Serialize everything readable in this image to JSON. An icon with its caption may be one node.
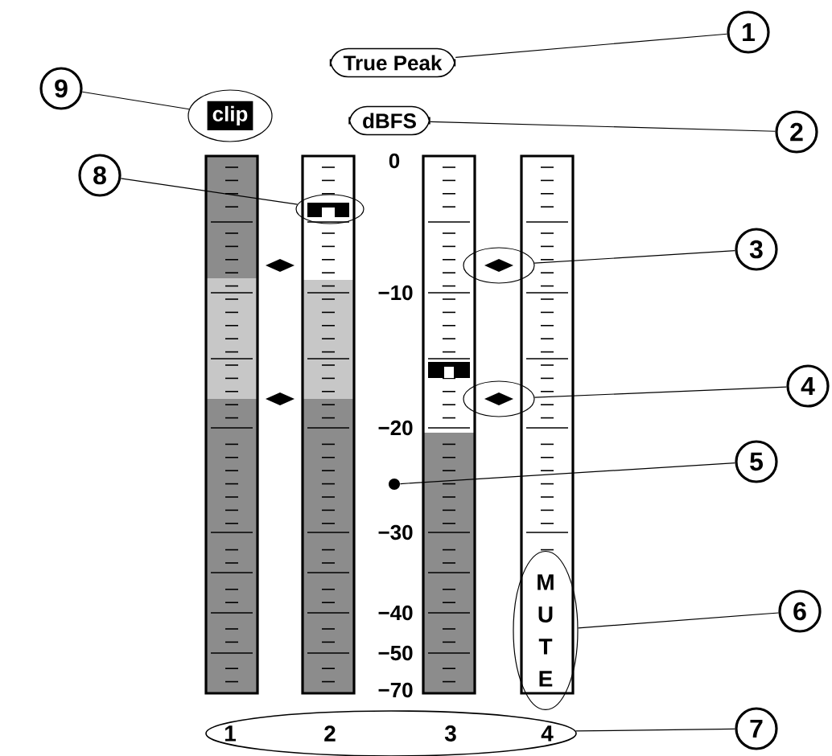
{
  "diagram": {
    "nodes": [
      {
        "text": [
          "True Peak"
        ]
      },
      {
        "text": [
          "1"
        ]
      },
      {
        "text": [
          "9"
        ]
      },
      {
        "text": [
          "clip"
        ]
      },
      {
        "text": [
          "dBFS"
        ]
      },
      {
        "text": [
          "2"
        ]
      },
      {
        "text": [
          "8"
        ]
      },
      {
        "text": [],
        "shape": "ellipse"
      },
      {
        "text": [],
        "shape": "ellipse"
      },
      {
        "text": [
          "3"
        ]
      },
      {
        "text": [],
        "shape": "ellipse"
      },
      {
        "text": [
          "4"
        ]
      },
      {
        "text": [],
        "shape": "circle"
      },
      {
        "text": [
          "5"
        ]
      },
      {
        "text": [
          "M U T E"
        ]
      },
      {
        "text": [
          "6"
        ]
      },
      {
        "text": [
          "1",
          "2",
          "3",
          "4"
        ]
      },
      {
        "text": [
          "7"
        ]
      }
    ],
    "edges": [
      {
        "from": 1,
        "to": 0,
        "arrow": "none"
      },
      {
        "from": 2,
        "to": 3,
        "arrow": "none"
      },
      {
        "from": 5,
        "to": 4,
        "arrow": "none"
      },
      {
        "from": 6,
        "to": 7,
        "arrow": "none"
      },
      {
        "from": 9,
        "to": 8,
        "arrow": "none"
      },
      {
        "from": 11,
        "to": 10,
        "arrow": "none"
      },
      {
        "from": 13,
        "to": 12,
        "arrow": "none"
      },
      {
        "from": 15,
        "to": 14,
        "arrow": "none"
      },
      {
        "from": 17,
        "to": 16,
        "arrow": "none"
      }
    ],
    "labels": [
      "0",
      "−10",
      "−20",
      "−30",
      "−40",
      "−50",
      "−70"
    ]
  }
}
